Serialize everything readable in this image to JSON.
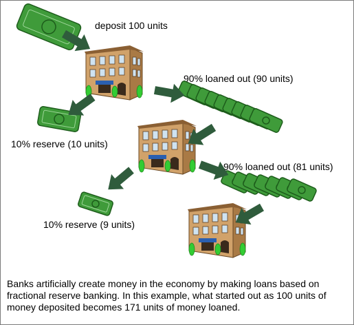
{
  "labels": {
    "deposit": "deposit 100 units",
    "loan1": "90% loaned out (90 units)",
    "reserve1": "10% reserve (10 units)",
    "loan2": "90% loaned out (81 units)",
    "reserve2": "10% reserve (9 units)"
  },
  "caption": "Banks artificially create money in the economy by making loans based on fractional reserve banking. In this example, what started out as 100 units of money deposited becomes 171 units of money loaned.",
  "colors": {
    "money": "#3f9b3a",
    "money_dark": "#1d5c1b",
    "arrow": "#2f5c3c",
    "building": "#d1a26a",
    "building_shadow": "#a97a45",
    "window": "#cfe3f1",
    "awning": "#2b5fb0",
    "shrub": "#33cc33"
  },
  "icons": {
    "money": "banknote-icon",
    "bank": "bank-building-icon",
    "arrow": "flow-arrow-icon"
  }
}
